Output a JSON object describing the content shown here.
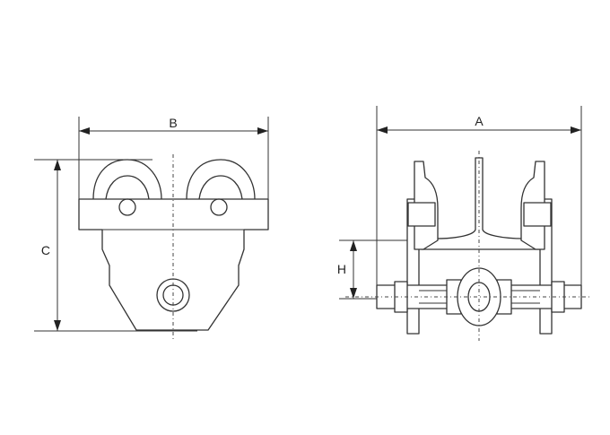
{
  "diagram": {
    "labels": {
      "B": "B",
      "C": "C",
      "A": "A",
      "H": "H"
    }
  }
}
